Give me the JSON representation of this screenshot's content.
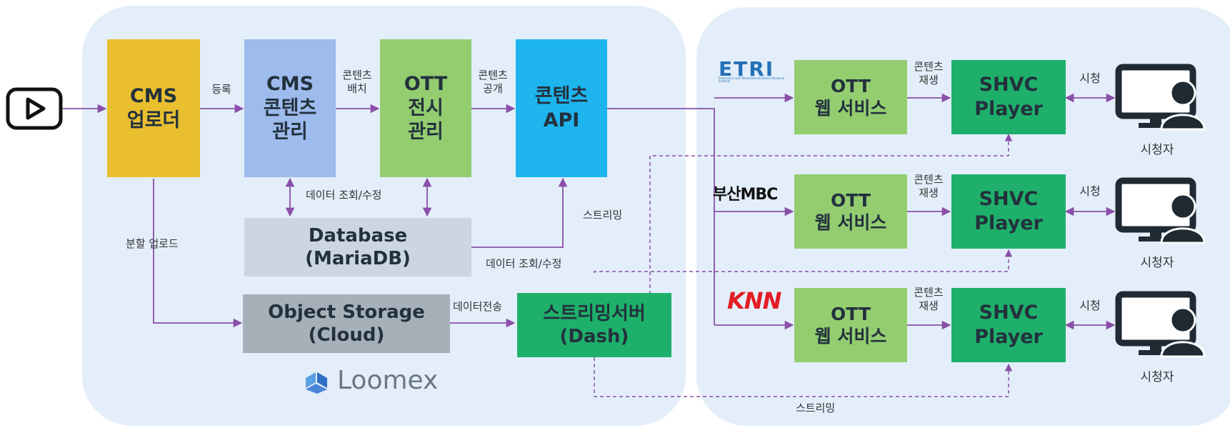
{
  "colors": {
    "panel": "#e3eefa",
    "cms_uploader": "#e9bf2f",
    "cms_content": "#9dbbec",
    "ott_display": "#93cd70",
    "content_api": "#1eb4ee",
    "database": "#cbd6e0",
    "object_storage": "#a6b0b9",
    "streaming": "#1eb06b",
    "line": "#8a4fa8",
    "etri_red": "#d62b2b",
    "etri_blue": "#2471b8",
    "knn_red": "#e31c24"
  },
  "nodes": {
    "cms_uploader": "CMS\n업로더",
    "cms_content": "CMS\n콘텐츠\n관리",
    "ott_display": "OTT\n전시\n관리",
    "content_api": "콘텐츠\nAPI",
    "database": "Database\n(MariaDB)",
    "object_storage": "Object Storage\n(Cloud)",
    "streaming_server": "스트리밍서버\n(Dash)",
    "ott_web": [
      "OTT\n웹 서비스",
      "OTT\n웹 서비스",
      "OTT\n웹 서비스"
    ],
    "shvc_player": [
      "SHVC\nPlayer",
      "SHVC\nPlayer",
      "SHVC\nPlayer"
    ]
  },
  "edges": {
    "register": "등록",
    "content_deploy": "콘텐츠\n배치",
    "content_publish": "콘텐츠\n공개",
    "data_query_1": "데이터 조회/수정",
    "data_query_2": "데이터 조회/수정",
    "split_upload": "분할 업로드",
    "data_transfer": "데이터전송",
    "streaming_1": "스트리밍",
    "streaming_2": "스트리밍",
    "content_play": [
      "콘텐츠\n재생",
      "콘텐츠\n재생",
      "콘텐츠\n재생"
    ],
    "watch": [
      "시청",
      "시청",
      "시청"
    ]
  },
  "viewers": [
    "시청자",
    "시청자",
    "시청자"
  ],
  "logos": {
    "etri": "ETRI",
    "etri_sub": "Electronics and Telecommunications Research Institute",
    "busan_mbc": "부산MBC",
    "knn": "KNN",
    "loomex": "Loomex"
  },
  "icons": {
    "video": "play-icon",
    "viewer": "computer-user-icon",
    "loomex": "loomex-logo-icon"
  }
}
